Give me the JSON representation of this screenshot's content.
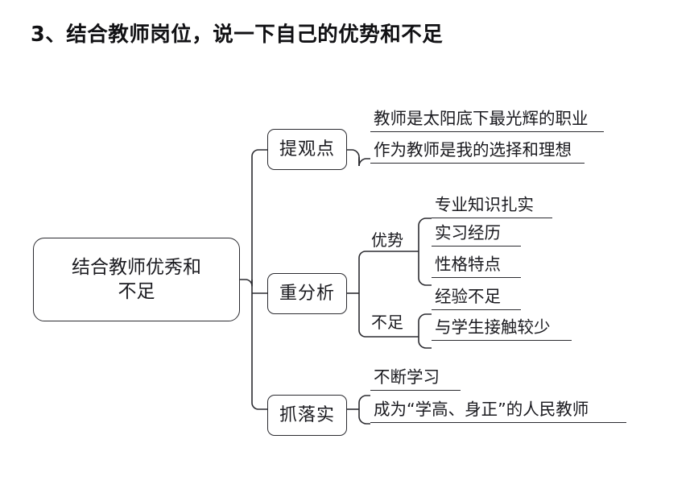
{
  "page": {
    "title": "3、结合教师岗位，说一下自己的优势和不足",
    "background_color": "#ffffff",
    "line_color": "#2b2b30",
    "text_color": "#1a1a1f"
  },
  "mindmap": {
    "root": {
      "label": "结合教师优秀和\n不足",
      "line1": "结合教师优秀和",
      "line2": "不足"
    },
    "branches": [
      {
        "label": "提观点",
        "groups": [
          {
            "label": "",
            "items": [
              "教师是太阳底下最光辉的职业",
              "作为教师是我的选择和理想"
            ]
          }
        ]
      },
      {
        "label": "重分析",
        "groups": [
          {
            "label": "优势",
            "items": [
              "专业知识扎实",
              "实习经历",
              "性格特点"
            ]
          },
          {
            "label": "不足",
            "items": [
              "经验不足",
              "与学生接触较少"
            ]
          }
        ]
      },
      {
        "label": "抓落实",
        "groups": [
          {
            "label": "",
            "items": [
              "不断学习",
              "成为“学高、身正”的人民教师"
            ]
          }
        ]
      }
    ]
  }
}
